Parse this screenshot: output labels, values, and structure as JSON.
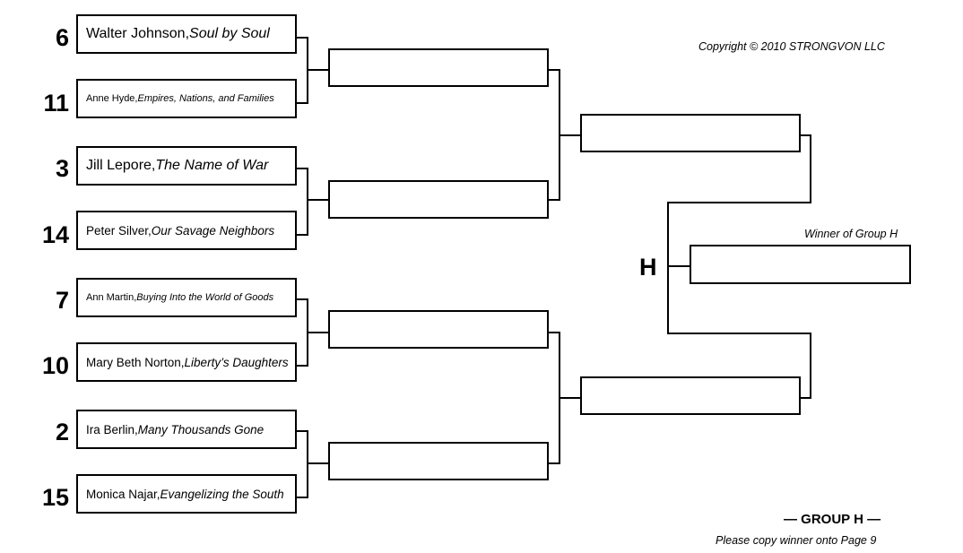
{
  "copyright": "Copyright © 2010 STRONGVON LLC",
  "group": {
    "letter": "H",
    "name": "— GROUP H —",
    "winner_label": "Winner of Group H",
    "copy_note": "Please copy winner onto Page 9"
  },
  "entries": [
    {
      "seed": "6",
      "author": "Walter Johnson, ",
      "title": "Soul by Soul"
    },
    {
      "seed": "11",
      "author": "Anne Hyde, ",
      "title": "Empires, Nations, and Families"
    },
    {
      "seed": "3",
      "author": "Jill Lepore, ",
      "title": "The Name of War"
    },
    {
      "seed": "14",
      "author": "Peter Silver, ",
      "title": "Our Savage Neighbors"
    },
    {
      "seed": "7",
      "author": "Ann Martin, ",
      "title": "Buying Into the World of Goods"
    },
    {
      "seed": "10",
      "author": "Mary Beth Norton, ",
      "title": "Liberty’s Daughters"
    },
    {
      "seed": "2",
      "author": "Ira Berlin, ",
      "title": "Many Thousands Gone"
    },
    {
      "seed": "15",
      "author": "Monica Najar, ",
      "title": "Evangelizing the South"
    }
  ]
}
